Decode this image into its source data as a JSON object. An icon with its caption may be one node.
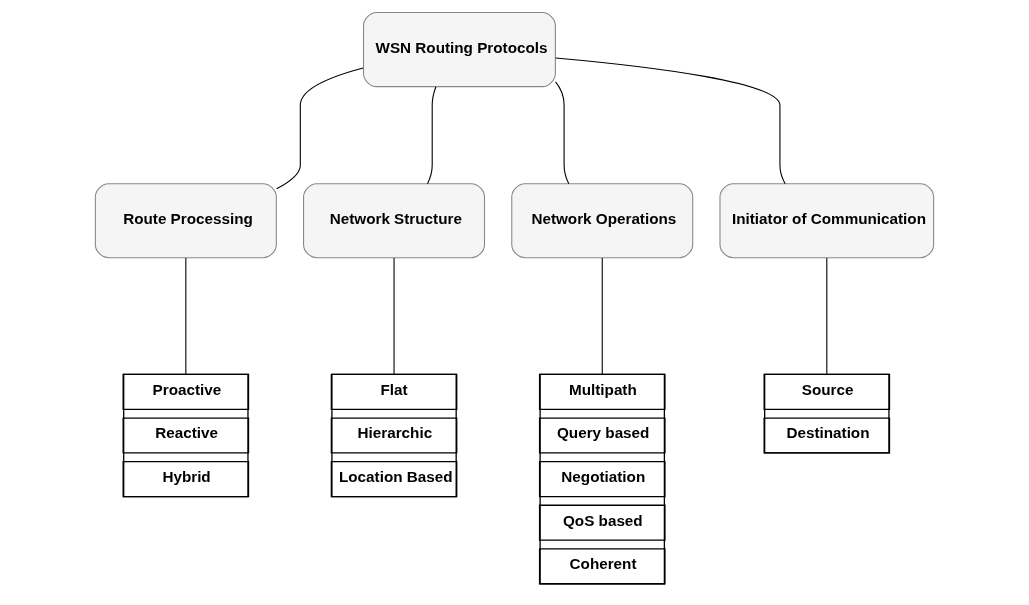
{
  "diagram": {
    "nodes": [
      {
        "text": [
          "WSN Routing Protocols"
        ]
      },
      {
        "text": [
          "Route Processing"
        ]
      },
      {
        "text": [
          "Network Structure"
        ]
      },
      {
        "text": [
          "Network Operations"
        ]
      },
      {
        "text": [
          "Initiator of Communication"
        ]
      },
      {
        "text": [],
        "shape": "box"
      },
      {
        "text": [
          "Proactive"
        ],
        "in": 5
      },
      {
        "text": [
          "Reactive"
        ],
        "in": 5
      },
      {
        "text": [
          "Hybrid"
        ],
        "in": 5
      },
      {
        "text": [],
        "shape": "box"
      },
      {
        "text": [
          "Flat"
        ],
        "in": 9
      },
      {
        "text": [
          "Hierarchic"
        ],
        "in": 9
      },
      {
        "text": [
          "Location Based"
        ],
        "in": 9
      },
      {
        "text": [],
        "shape": "box"
      },
      {
        "text": [
          "Multipath"
        ],
        "in": 13
      },
      {
        "text": [
          "Query based"
        ],
        "in": 13
      },
      {
        "text": [
          "Negotiation"
        ],
        "in": 13
      },
      {
        "text": [
          "QoS based"
        ],
        "in": 13
      },
      {
        "text": [
          "Coherent"
        ],
        "in": 13
      },
      {
        "text": [],
        "shape": "box"
      },
      {
        "text": [
          "Source"
        ],
        "in": 19
      },
      {
        "text": [
          "Destination"
        ],
        "in": 19
      }
    ],
    "edges": [
      {
        "from": 0,
        "to": 1,
        "arrow": "none"
      },
      {
        "from": 0,
        "to": 2,
        "arrow": "none"
      },
      {
        "from": 0,
        "to": 3,
        "arrow": "none"
      },
      {
        "from": 0,
        "to": 4,
        "arrow": "none"
      },
      {
        "from": 1,
        "to": 5,
        "arrow": "none"
      },
      {
        "from": 2,
        "to": 9,
        "arrow": "none"
      },
      {
        "from": 3,
        "to": 13,
        "arrow": "none"
      },
      {
        "from": 4,
        "to": 19,
        "arrow": "none"
      }
    ]
  }
}
